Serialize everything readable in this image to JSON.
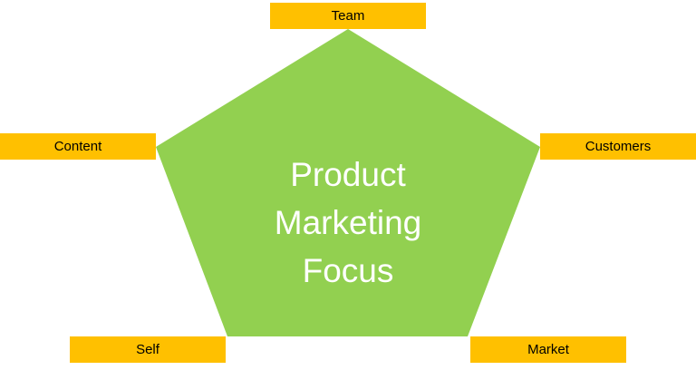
{
  "center": {
    "lines": [
      "Product",
      "Marketing",
      "Focus"
    ]
  },
  "labels": {
    "team": "Team",
    "content": "Content",
    "customers": "Customers",
    "self": "Self",
    "market": "Market"
  },
  "colors": {
    "pentagon": "#92D050",
    "label_box": "#FFC000",
    "center_text": "#FFFFFF"
  }
}
